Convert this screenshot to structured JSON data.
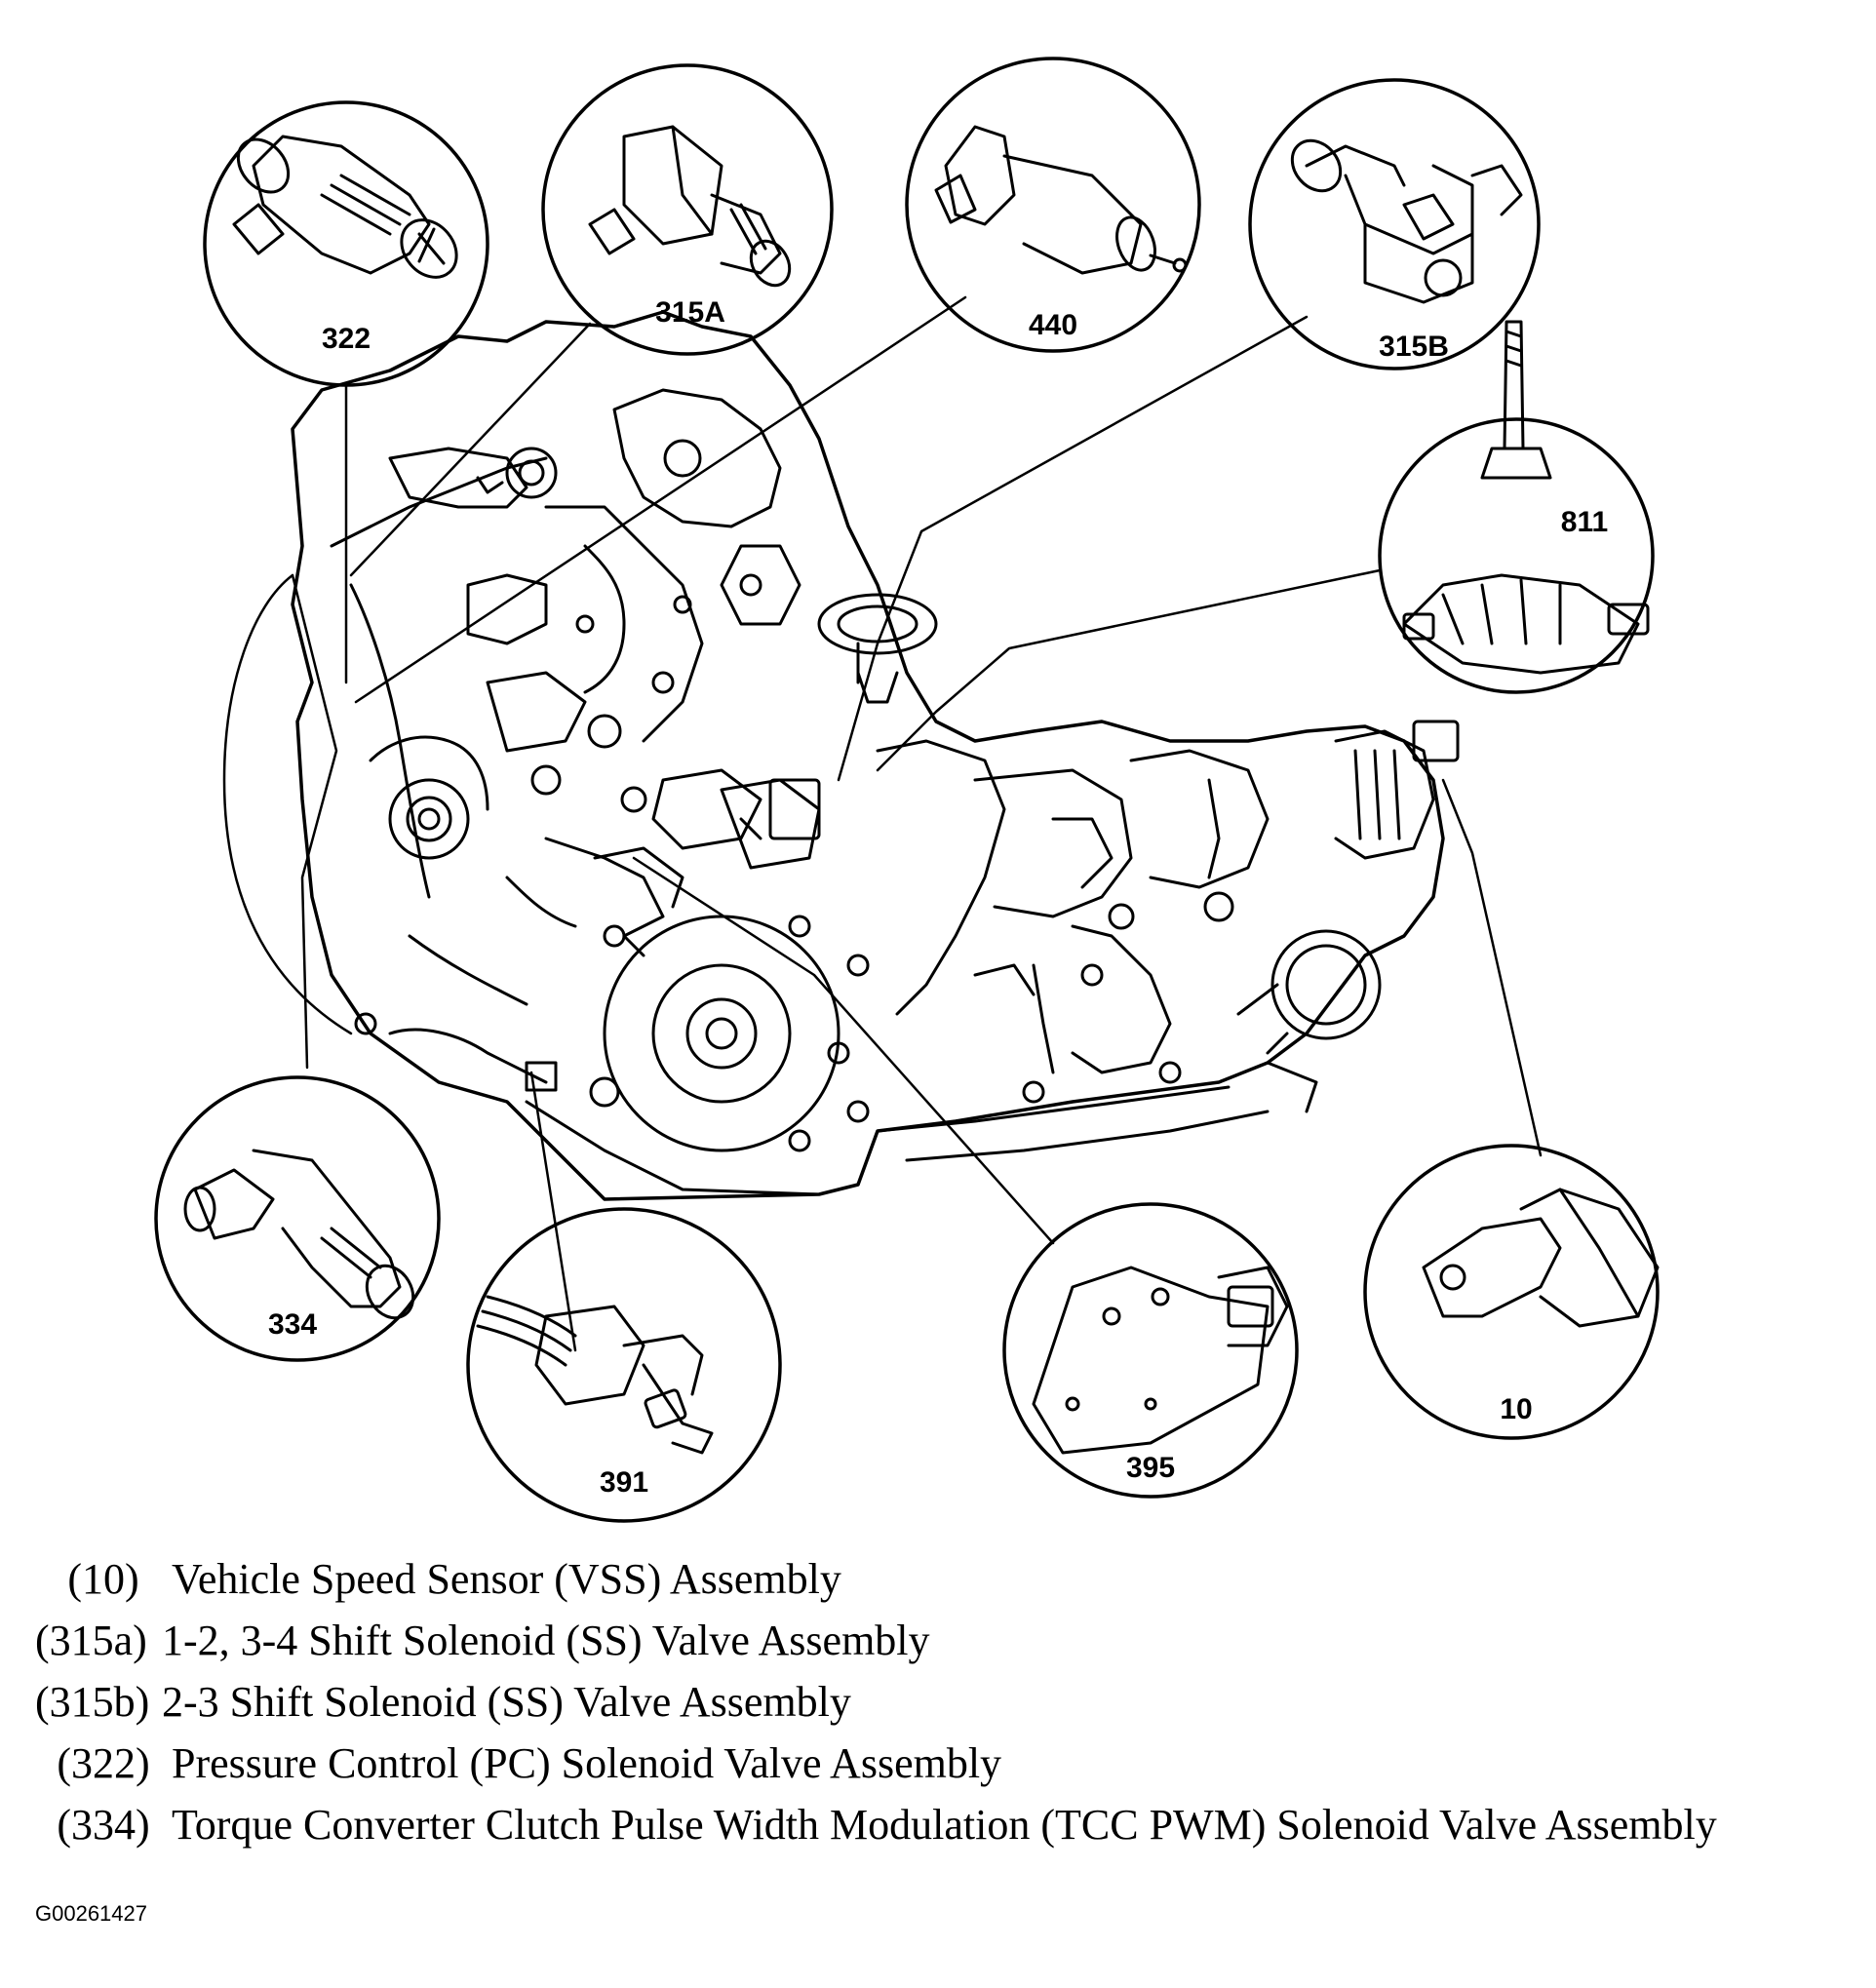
{
  "callouts": {
    "c322": "322",
    "c315a": "315A",
    "c440": "440",
    "c315b": "315B",
    "c811": "811",
    "c334": "334",
    "c391": "391",
    "c395": "395",
    "c10": "10"
  },
  "legend": [
    {
      "code": "(10)",
      "text": "Vehicle Speed Sensor (VSS) Assembly"
    },
    {
      "code": "(315a)",
      "text": "1-2, 3-4 Shift Solenoid (SS) Valve Assembly"
    },
    {
      "code": "(315b)",
      "text": "2-3 Shift Solenoid (SS) Valve Assembly"
    },
    {
      "code": "(322)",
      "text": "Pressure Control (PC) Solenoid Valve Assembly"
    },
    {
      "code": "(334)",
      "text": "Torque Converter Clutch Pulse Width Modulation (TCC PWM) Solenoid Valve Assembly"
    }
  ],
  "figure_id": "G00261427"
}
